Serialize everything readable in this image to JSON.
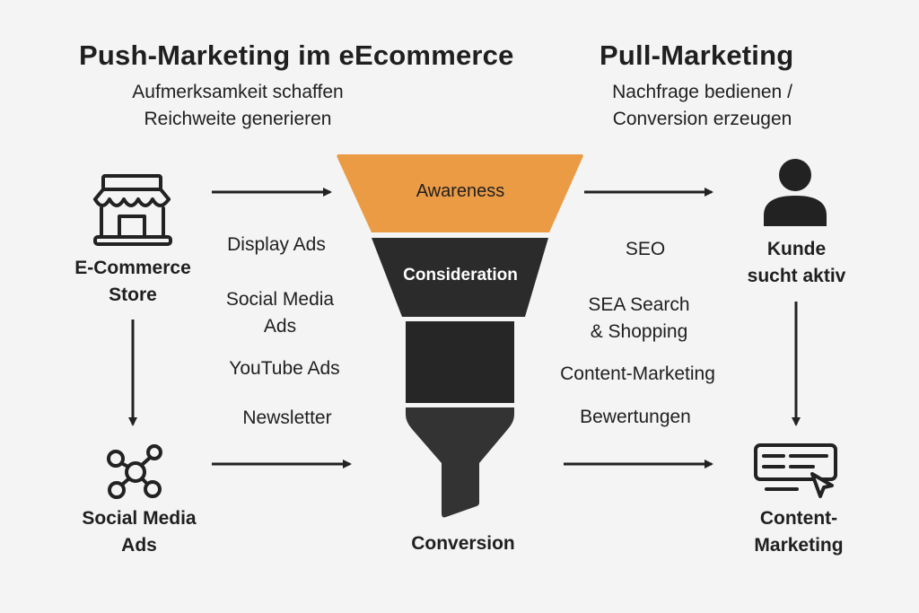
{
  "push": {
    "title": "Push-Marketing im eEcommerce",
    "subtitle_line1": "Aufmerksamkeit schaffen",
    "subtitle_line2": "Reichweite generieren"
  },
  "pull": {
    "title": "Pull-Marketing",
    "subtitle_line1": "Nachfrage bedienen /",
    "subtitle_line2": "Conversion erzeugen"
  },
  "nodes": {
    "store": {
      "icon": "storefront-icon",
      "line1": "E-Commerce",
      "line2": "Store"
    },
    "social": {
      "icon": "network-icon",
      "line1": "Social Media",
      "line2": "Ads"
    },
    "customer": {
      "icon": "person-icon",
      "line1": "Kunde",
      "line2": "sucht aktiv"
    },
    "content": {
      "icon": "content-click-icon",
      "line1": "Content-",
      "line2": "Marketing"
    }
  },
  "push_channels": {
    "items": [
      "Display Ads",
      "Social Media",
      "Ads",
      "YouTube Ads",
      "Newsletter"
    ]
  },
  "pull_channels": {
    "items": [
      "SEO",
      "SEA Search",
      "& Shopping",
      "Content-Marketing",
      "Bewertungen"
    ]
  },
  "funnel": {
    "stages": [
      "Awareness",
      "Consideration",
      "",
      "Conversion"
    ],
    "colors": {
      "awareness": "#ec9b45",
      "dark": "#2b2b2b",
      "dark2": "#333333"
    }
  },
  "colors": {
    "background": "#f4f4f4",
    "text": "#1f1f1f",
    "arrow": "#222222",
    "accent": "#ec9b45"
  }
}
